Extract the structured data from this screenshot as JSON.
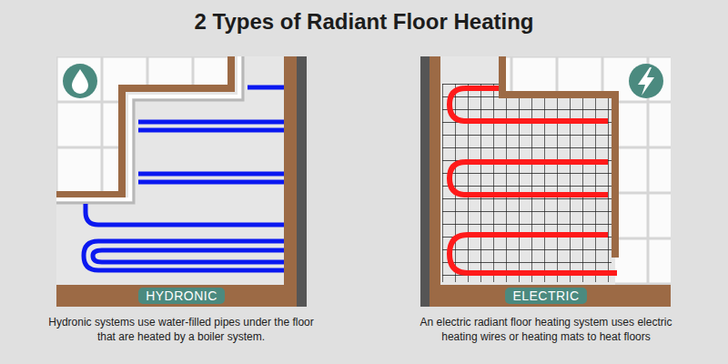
{
  "diagram": {
    "title": "2 Types of Radiant Floor Heating",
    "nodes": [
      {
        "text": [
          "HYDRONIC"
        ]
      },
      {
        "text": [
          "ELECTRIC"
        ]
      }
    ],
    "labels": [
      "Hydronic systems use water-filled pipes under the floor that are heated by a boiler system.",
      "An electric radiant floor heating system uses electric heating wires or heating mats to heat floors"
    ]
  }
}
